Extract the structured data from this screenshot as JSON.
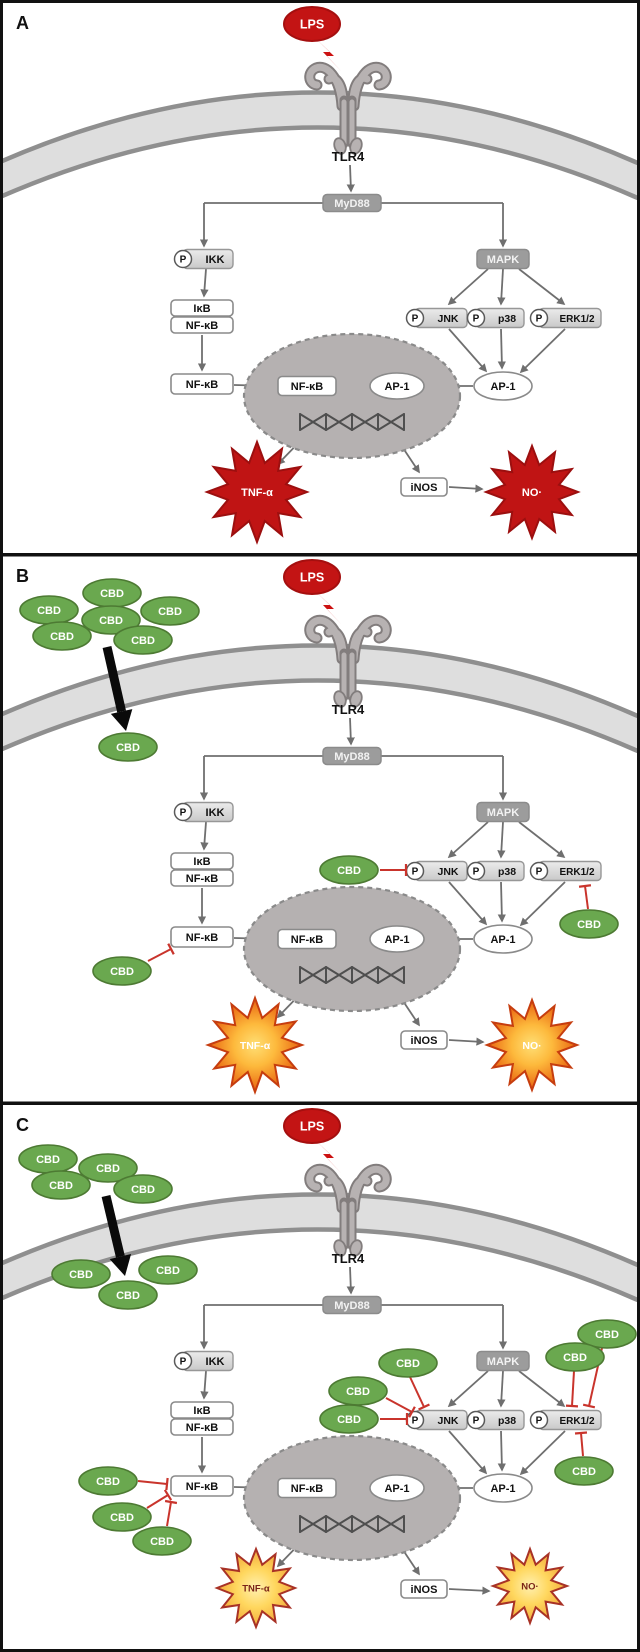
{
  "labels": {
    "phospho": "P",
    "lps": "LPS",
    "tlr4": "TLR4",
    "myd88": "MyD88",
    "ikk": "IKK",
    "mapk": "MAPK",
    "jnk": "JNK",
    "p38": "p38",
    "erk12": "ERK1/2",
    "ikb": "IκB",
    "nfkb": "NF-κB",
    "ap1": "AP-1",
    "inos": "iNOS",
    "tnf_alpha": "TNF-α",
    "nitric_oxide": "NO·",
    "cbd": "CBD"
  },
  "panels": [
    {
      "label": "A",
      "cytokine_style": "high"
    },
    {
      "label": "B",
      "cytokine_style": "mid"
    },
    {
      "label": "C",
      "cytokine_style": "low"
    }
  ],
  "colors": {
    "lps_red": "#c31414",
    "lps_border": "#a50f0f",
    "bolt_red": "#cc1111",
    "cbd_green": "#6aa84f",
    "cbd_border": "#4d7a33",
    "inhibit_red": "#c9342c",
    "gray_box_fill": "#9c9c9c",
    "gray_box_border": "#8b8b8b",
    "gray_box_text": "#f2f2f2",
    "kinase_border": "#979797",
    "white_box_border": "#8a8a8a",
    "membrane_fill": "#dedede",
    "membrane_border": "#8f8f8f",
    "receptor_dark": "#827d7d",
    "receptor_light": "#b7b2b2",
    "nucleus_fill": "#b5b1b1",
    "nucleus_border": "#8a8a8a",
    "arrow_gray": "#6f6f6f",
    "dna_gray": "#4f4f4f",
    "star_high_fill": "#c01414",
    "star_high_border": "#9c0f0f",
    "star_high_text": "#ffffff",
    "star_mid_border": "#c63d0f",
    "star_mid_text": "#ffffff",
    "star_mid_center": "#ffdf75",
    "star_mid_edge": "#e8620f",
    "star_low_border": "#a83226",
    "star_low_text": "#7a2318",
    "star_low_center": "#fff0b0",
    "star_low_edge": "#f2a93b",
    "panel_border": "#111111"
  }
}
